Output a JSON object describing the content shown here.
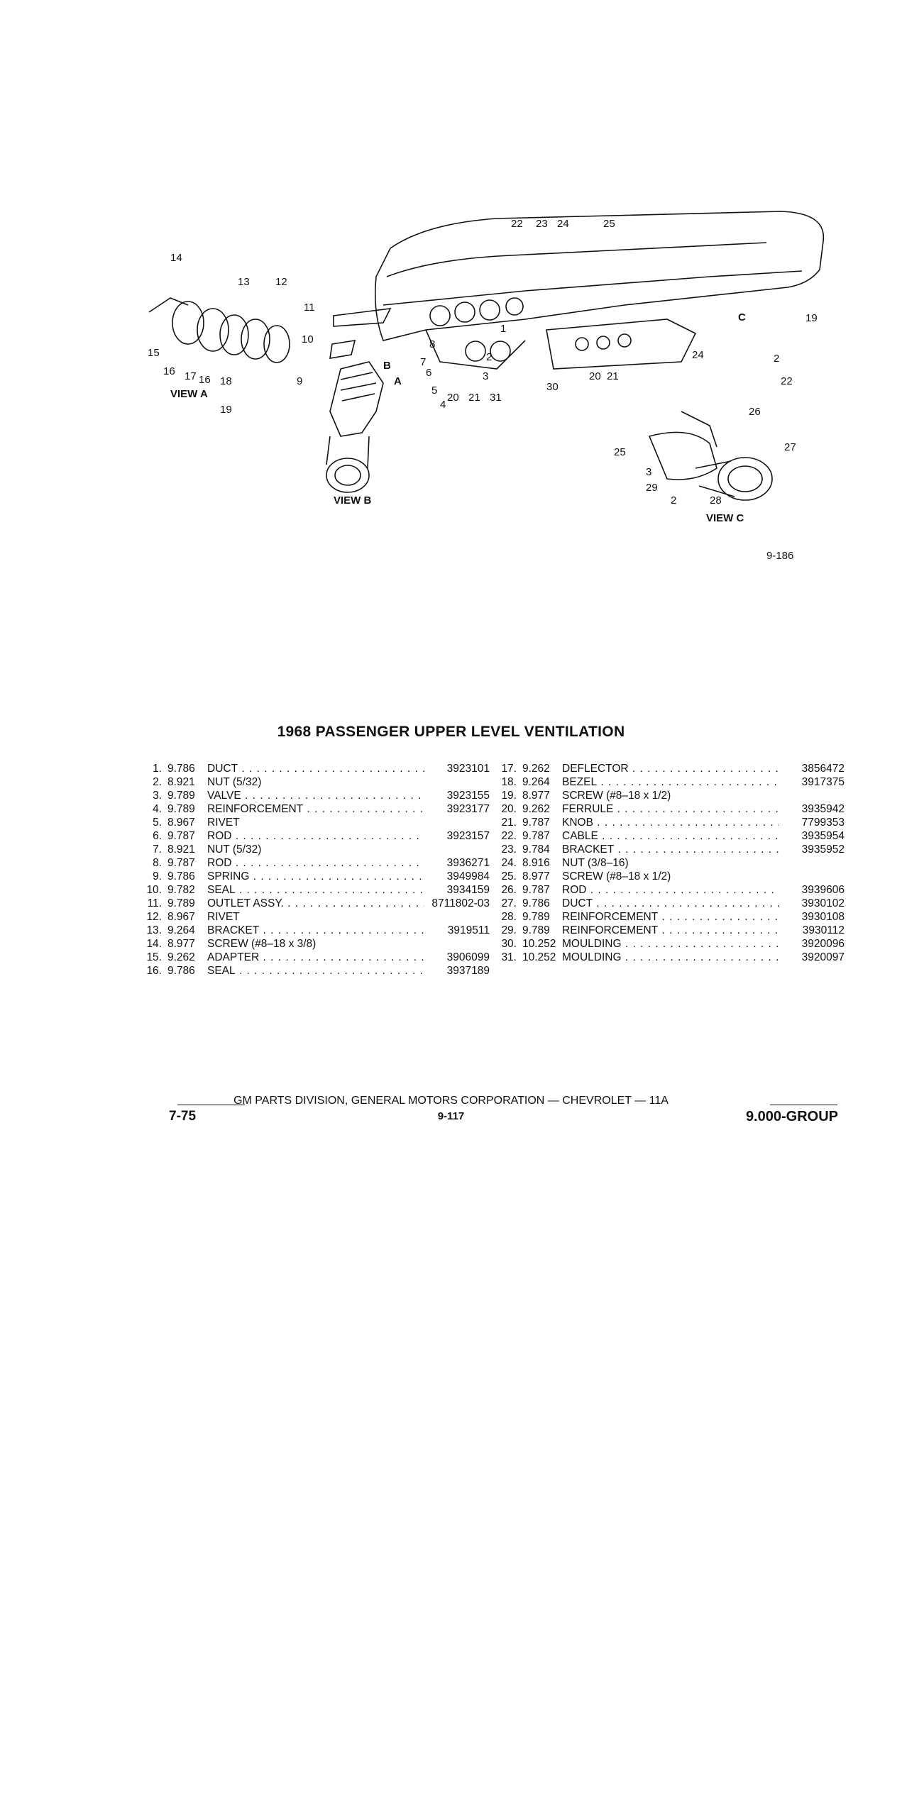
{
  "diagram": {
    "callouts": [
      "1",
      "2",
      "3",
      "4",
      "5",
      "6",
      "7",
      "8",
      "9",
      "10",
      "11",
      "12",
      "13",
      "14",
      "15",
      "16",
      "16",
      "17",
      "18",
      "19",
      "19",
      "20",
      "21",
      "20",
      "21",
      "22",
      "23",
      "24",
      "25",
      "31",
      "30",
      "2",
      "24",
      "22",
      "26",
      "25",
      "27",
      "3",
      "29",
      "2",
      "28"
    ],
    "views": [
      "VIEW A",
      "VIEW B",
      "VIEW C"
    ],
    "letters": [
      "A",
      "B",
      "C"
    ],
    "figure_code": "9-186"
  },
  "title": "1968 PASSENGER UPPER LEVEL VENTILATION",
  "parts_left": [
    {
      "idx": "1.",
      "group": "9.786",
      "desc": "DUCT",
      "part": "3923101",
      "dots": true
    },
    {
      "idx": "2.",
      "group": "8.921",
      "desc": "NUT (5/32)",
      "part": "",
      "dots": false
    },
    {
      "idx": "3.",
      "group": "9.789",
      "desc": "VALVE",
      "part": "3923155",
      "dots": true
    },
    {
      "idx": "4.",
      "group": "9.789",
      "desc": "REINFORCEMENT",
      "part": "3923177",
      "dots": true
    },
    {
      "idx": "5.",
      "group": "8.967",
      "desc": "RIVET",
      "part": "",
      "dots": false
    },
    {
      "idx": "6.",
      "group": "9.787",
      "desc": "ROD",
      "part": "3923157",
      "dots": true
    },
    {
      "idx": "7.",
      "group": "8.921",
      "desc": "NUT (5/32)",
      "part": "",
      "dots": false
    },
    {
      "idx": "8.",
      "group": "9.787",
      "desc": "ROD",
      "part": "3936271",
      "dots": true
    },
    {
      "idx": "9.",
      "group": "9.786",
      "desc": "SPRING",
      "part": "3949984",
      "dots": true
    },
    {
      "idx": "10.",
      "group": "9.782",
      "desc": "SEAL",
      "part": "3934159",
      "dots": true
    },
    {
      "idx": "11.",
      "group": "9.789",
      "desc": "OUTLET ASSY.",
      "part": "8711802-03",
      "dots": true
    },
    {
      "idx": "12.",
      "group": "8.967",
      "desc": "RIVET",
      "part": "",
      "dots": false
    },
    {
      "idx": "13.",
      "group": "9.264",
      "desc": "BRACKET",
      "part": "3919511",
      "dots": true
    },
    {
      "idx": "14.",
      "group": "8.977",
      "desc": "SCREW (#8–18 x 3/8)",
      "part": "",
      "dots": false
    },
    {
      "idx": "15.",
      "group": "9.262",
      "desc": "ADAPTER",
      "part": "3906099",
      "dots": true
    },
    {
      "idx": "16.",
      "group": "9.786",
      "desc": "SEAL",
      "part": "3937189",
      "dots": true
    }
  ],
  "parts_right": [
    {
      "idx": "17.",
      "group": "9.262",
      "desc": "DEFLECTOR",
      "part": "3856472",
      "dots": true
    },
    {
      "idx": "18.",
      "group": "9.264",
      "desc": "BEZEL",
      "part": "3917375",
      "dots": true
    },
    {
      "idx": "19.",
      "group": "8.977",
      "desc": "SCREW (#8–18 x 1/2)",
      "part": "",
      "dots": false
    },
    {
      "idx": "20.",
      "group": "9.262",
      "desc": "FERRULE",
      "part": "3935942",
      "dots": true
    },
    {
      "idx": "21.",
      "group": "9.787",
      "desc": "KNOB",
      "part": "7799353",
      "dots": true
    },
    {
      "idx": "22.",
      "group": "9.787",
      "desc": "CABLE",
      "part": "3935954",
      "dots": true
    },
    {
      "idx": "23.",
      "group": "9.784",
      "desc": "BRACKET",
      "part": "3935952",
      "dots": true
    },
    {
      "idx": "24.",
      "group": "8.916",
      "desc": "NUT (3/8–16)",
      "part": "",
      "dots": false
    },
    {
      "idx": "25.",
      "group": "8.977",
      "desc": "SCREW (#8–18 x 1/2)",
      "part": "",
      "dots": false
    },
    {
      "idx": "26.",
      "group": "9.787",
      "desc": "ROD",
      "part": "3939606",
      "dots": true
    },
    {
      "idx": "27.",
      "group": "9.786",
      "desc": "DUCT",
      "part": "3930102",
      "dots": true
    },
    {
      "idx": "28.",
      "group": "9.789",
      "desc": "REINFORCEMENT",
      "part": "3930108",
      "dots": true
    },
    {
      "idx": "29.",
      "group": "9.789",
      "desc": "REINFORCEMENT",
      "part": "3930112",
      "dots": true
    },
    {
      "idx": "30.",
      "group": "10.252",
      "desc": "MOULDING",
      "part": "3920096",
      "dots": true
    },
    {
      "idx": "31.",
      "group": "10.252",
      "desc": "MOULDING",
      "part": "3920097",
      "dots": true
    }
  ],
  "footer": {
    "line": "GM PARTS DIVISION, GENERAL MOTORS CORPORATION — CHEVROLET — 11A",
    "left": "7-75",
    "center": "9-117",
    "right": "9.000-GROUP"
  }
}
